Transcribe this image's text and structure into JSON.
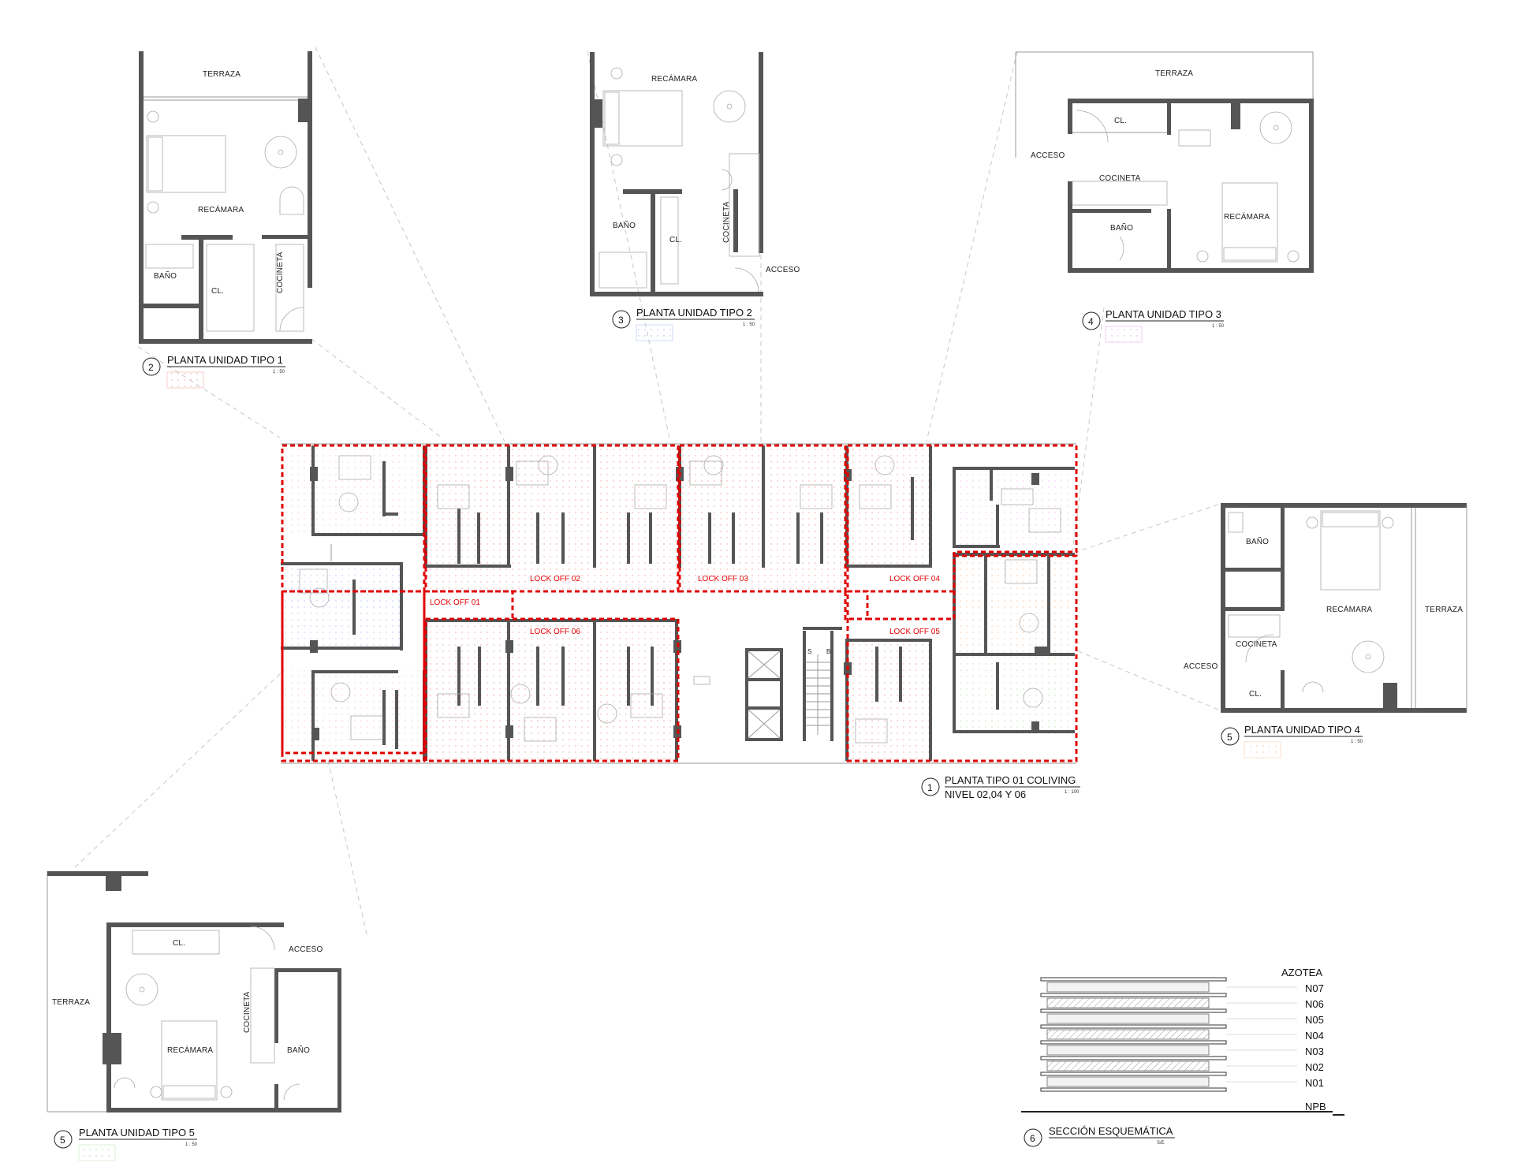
{
  "units": {
    "tipo1": {
      "num": "2",
      "title": "PLANTA UNIDAD TIPO 1",
      "scale": "1 : 50",
      "swatch": "#f4b0b0",
      "rooms": {
        "terraza": "TERRAZA",
        "recamara": "RECÁMARA",
        "bano": "BAÑO",
        "closet": "CL.",
        "cocineta": "COCINETA"
      }
    },
    "tipo2": {
      "num": "3",
      "title": "PLANTA UNIDAD TIPO 2",
      "scale": "1 : 50",
      "swatch": "#b0c4f4",
      "rooms": {
        "recamara": "RECÁMARA",
        "bano": "BAÑO",
        "closet": "CL.",
        "cocineta": "COCINETA",
        "acceso": "ACCESO"
      }
    },
    "tipo3": {
      "num": "4",
      "title": "PLANTA UNIDAD TIPO 3",
      "scale": "1 : 50",
      "swatch": "#eab0ea",
      "rooms": {
        "terraza": "TERRAZA",
        "acceso": "ACCESO",
        "closet": "CL.",
        "cocineta": "COCINETA",
        "bano": "BAÑO",
        "recamara": "RECÁMARA"
      }
    },
    "tipo4": {
      "num": "5",
      "title": "PLANTA UNIDAD TIPO 4",
      "scale": "1 : 50",
      "swatch": "#f4ccb0",
      "rooms": {
        "bano": "BAÑO",
        "recamara": "RECÁMARA",
        "terraza": "TERRAZA",
        "cocineta": "COCINETA",
        "acceso": "ACCESO",
        "closet": "CL."
      }
    },
    "tipo5": {
      "num": "5",
      "title": "PLANTA UNIDAD TIPO 5",
      "scale": "1 : 50",
      "swatch": "#c8eac0",
      "rooms": {
        "closet": "CL.",
        "acceso": "ACCESO",
        "terraza": "TERRAZA",
        "cocineta": "COCINETA",
        "recamara": "RECÁMARA",
        "bano": "BAÑO"
      }
    }
  },
  "main_plan": {
    "num": "1",
    "title": "PLANTA TIPO 01 COLIVING",
    "subtitle": "NIVEL 02,04 Y 06",
    "scale": "1 : 100",
    "stair_labels": [
      "S",
      "B"
    ],
    "lock_offs": [
      "LOCK OFF 01",
      "LOCK OFF 02",
      "LOCK OFF 03",
      "LOCK OFF 04",
      "LOCK OFF 05",
      "LOCK OFF 06"
    ],
    "lock_color": "#e00000"
  },
  "section": {
    "num": "6",
    "title": "SECCIÓN ESQUEMÁTICA",
    "scale": "S/E",
    "levels": [
      "AZOTEA",
      "N07",
      "N06",
      "N05",
      "N04",
      "N03",
      "N02",
      "N01",
      "NPB"
    ]
  }
}
